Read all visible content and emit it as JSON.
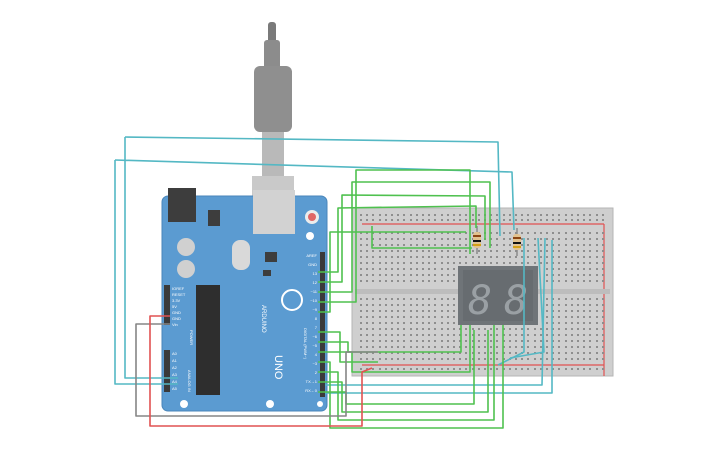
{
  "arduino": {
    "model_text": "UNO",
    "brand_text": "ARDUINO",
    "digital_label": "DIGITAL (PWM~)",
    "power_label": "POWER",
    "analog_label": "ANALOG IN",
    "analog_pins": [
      "A0",
      "A1",
      "A2",
      "A3",
      "A4",
      "A5"
    ],
    "power_pins": [
      "IOREF",
      "RESET",
      "3.3V",
      "5V",
      "GND",
      "GND",
      "Vin"
    ],
    "digital_pins": [
      "AREF",
      "GND",
      "13",
      "12",
      "~11",
      "~10",
      "~9",
      "8",
      "7",
      "~6",
      "~5",
      "4",
      "~3",
      "2",
      "TX→1",
      "RX←0"
    ],
    "board_color": "#5b9bd1"
  },
  "display": {
    "digits": [
      "8",
      "8"
    ],
    "color": "#6f7478"
  },
  "wire_colors": {
    "signal": "#4fc14f",
    "common": "#54b8c4",
    "power": "#e15252",
    "ground": "#858585"
  },
  "breadboard_color": "#cfcfcf"
}
